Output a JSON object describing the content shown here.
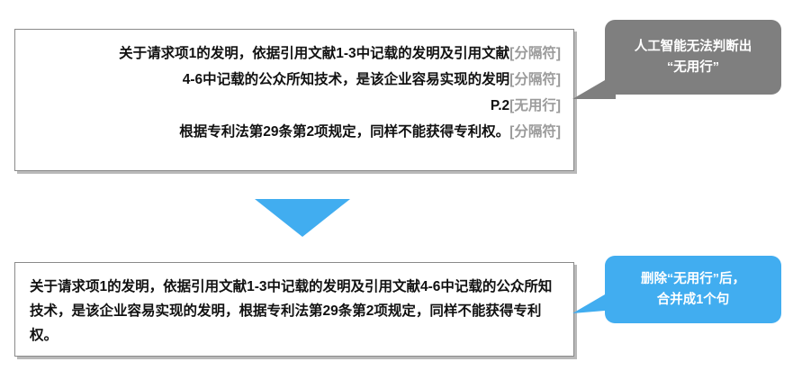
{
  "colors": {
    "accent_blue": "#41adf0",
    "callout_gray": "#7f7f7f",
    "box_border": "#8a8a8a",
    "box_shadow": "#b9b9b9",
    "tag_gray": "#9b9b9b",
    "text_black": "#111111"
  },
  "top_box": {
    "lines": [
      {
        "main": "关于请求项1的发明，依据引用文献1-3中记载的发明及引用文献",
        "tag": "[分隔符]"
      },
      {
        "main": "4-6中记载的公众所知技术，是该企业容易实现的发明",
        "tag": "[分隔符]"
      },
      {
        "main": "P.2",
        "tag": "[无用行]"
      },
      {
        "main": "根据专利法第29条第2项规定，同样不能获得专利权。",
        "tag": "[分隔符]"
      }
    ]
  },
  "bottom_box": {
    "paragraph": "关于请求项1的发明，依据引用文献1-3中记载的发明及引用文献4-6中记载的公众所知技术，是该企业容易实现的发明，根据专利法第29条第2项规定，同样不能获得专利权。"
  },
  "callout_gray": {
    "lines": [
      "人工智能无法判断出",
      "“无用行”"
    ]
  },
  "callout_blue": {
    "lines": [
      "删除“无用行”后，",
      "合并成1个句"
    ]
  },
  "arrow": {
    "icon": "triangle-down-icon",
    "direction": "down"
  }
}
